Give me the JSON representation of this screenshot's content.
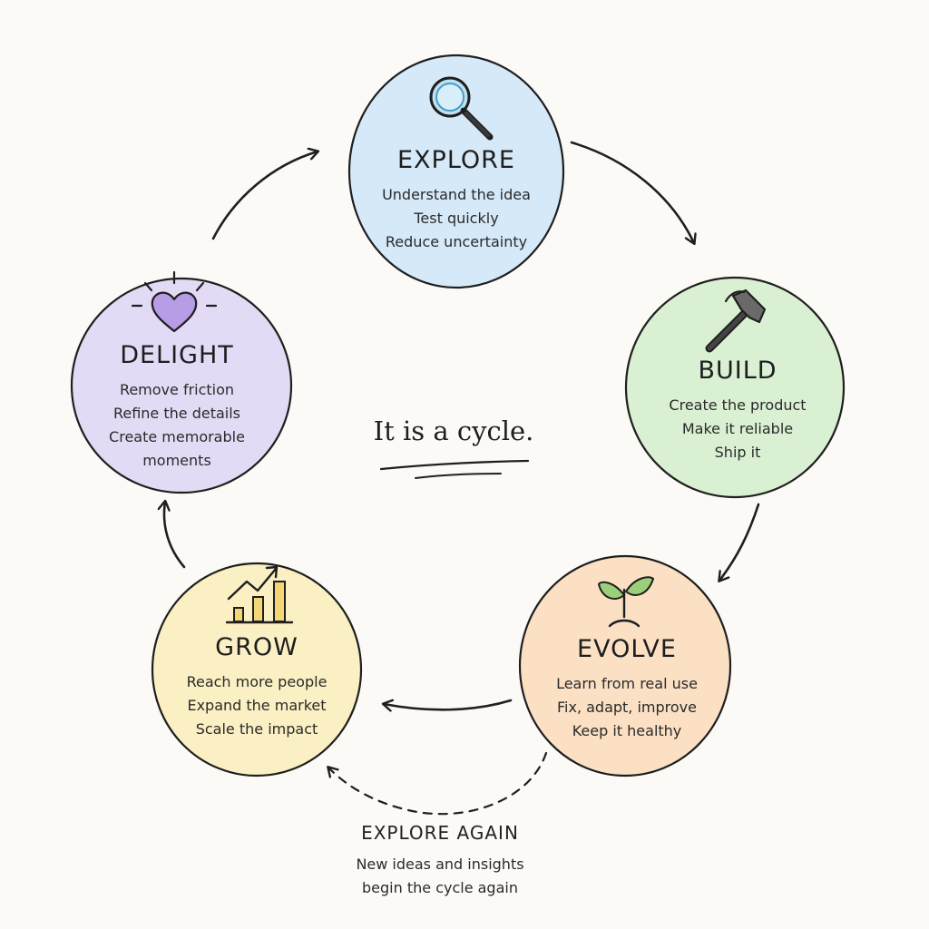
{
  "colors": {
    "explore": "#d6e9f8",
    "build": "#d9f0d3",
    "evolve": "#fbe0c4",
    "grow": "#fbf0c3",
    "delight": "#e3dbf5",
    "stroke": "#1f1f1f",
    "background": "#fbfaf7"
  },
  "stages": {
    "explore": {
      "icon": "magnifying-glass-icon",
      "title": "EXPLORE",
      "lines": [
        "Understand the idea",
        "Test quickly",
        "Reduce uncertainty"
      ]
    },
    "build": {
      "icon": "hammer-icon",
      "title": "BUILD",
      "lines": [
        "Create the product",
        "Make it reliable",
        "Ship it"
      ]
    },
    "evolve": {
      "icon": "sprout-icon",
      "title": "EVOLVE",
      "lines": [
        "Learn from real use",
        "Fix, adapt, improve",
        "Keep it healthy"
      ]
    },
    "grow": {
      "icon": "growth-chart-icon",
      "title": "GROW",
      "lines": [
        "Reach more people",
        "Expand the market",
        "Scale the impact"
      ]
    },
    "delight": {
      "icon": "heart-icon",
      "title": "DELIGHT",
      "lines": [
        "Remove friction",
        "Refine the details",
        "Create memorable",
        "moments"
      ]
    }
  },
  "caption": "It is a cycle.",
  "explore_again": {
    "title": "EXPLORE AGAIN",
    "lines": [
      "New ideas and insights",
      "begin the cycle again"
    ]
  }
}
